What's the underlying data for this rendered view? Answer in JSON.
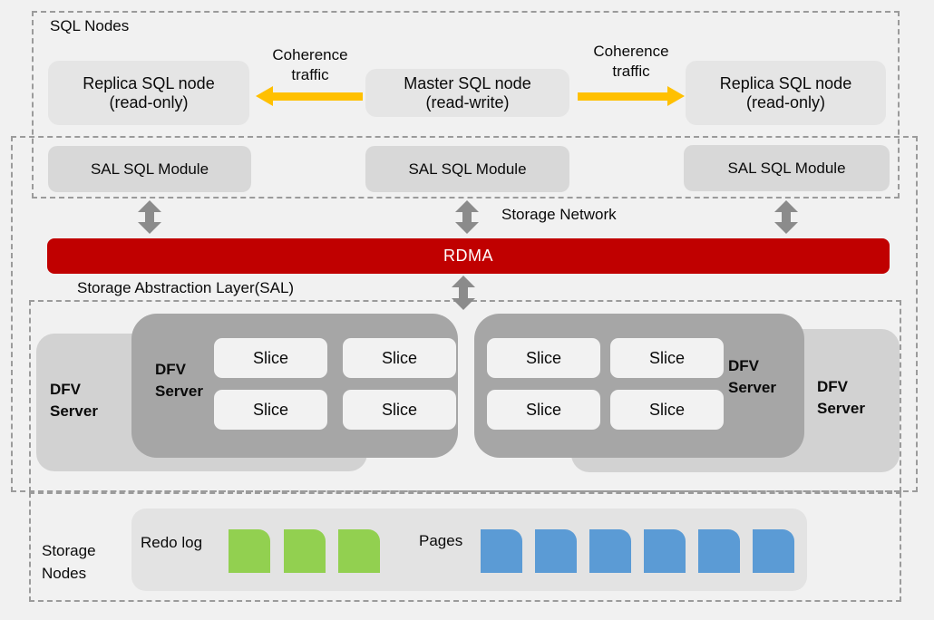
{
  "labels": {
    "sql_nodes_group": "SQL Nodes",
    "storage_network": "Storage Network",
    "rdma": "RDMA",
    "sal_layer": "Storage Abstraction Layer(SAL)"
  },
  "coherence": {
    "left": "Coherence traffic",
    "right": "Coherence traffic"
  },
  "sql_nodes": [
    {
      "title": "Replica SQL node",
      "subtitle": "(read-only)"
    },
    {
      "title": "Master SQL node",
      "subtitle": "(read-write)"
    },
    {
      "title": "Replica SQL node",
      "subtitle": "(read-only)"
    }
  ],
  "sal_modules": [
    {
      "label": "SAL SQL Module"
    },
    {
      "label": "SAL SQL Module"
    },
    {
      "label": "SAL SQL Module"
    }
  ],
  "dfv": {
    "light_servers": [
      {
        "label": "DFV Server"
      },
      {
        "label": "DFV Server"
      }
    ],
    "dark_servers": [
      {
        "label": "DFV Server",
        "slices": [
          "Slice",
          "Slice",
          "Slice",
          "Slice"
        ]
      },
      {
        "label": "DFV Server",
        "slices": [
          "Slice",
          "Slice",
          "Slice",
          "Slice"
        ]
      }
    ]
  },
  "storage_nodes": {
    "label": "Storage Nodes",
    "redo_log_label": "Redo log",
    "redo_block_count": 3,
    "pages_label": "Pages",
    "page_block_count": 6
  },
  "colors": {
    "bg": "#f1f1f1",
    "node_box": "#e5e5e5",
    "sal_box": "#d8d8d8",
    "rdma_red": "#c00000",
    "rdma_text": "#ffffff",
    "yellow": "#ffc000",
    "gray_arrow": "#8b8b8b",
    "dfv_dark": "#a6a6a6",
    "dfv_light": "#d2d2d2",
    "slice_bg": "#f2f2f2",
    "storage_box": "#e3e3e3",
    "redo_green": "#92d050",
    "page_blue": "#5b9bd5",
    "dash": "#9b9b9b"
  }
}
